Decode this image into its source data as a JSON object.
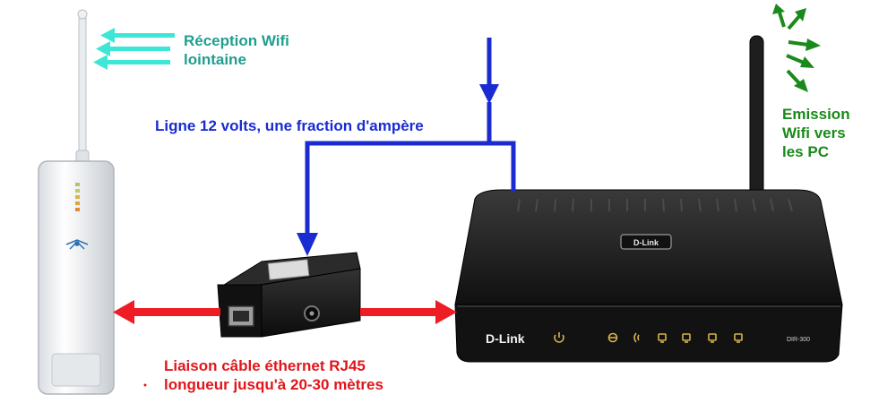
{
  "labels": {
    "reception": [
      "Réception Wifi",
      "lointaine"
    ],
    "power_line": "Ligne 12 volts, une fraction d'ampère",
    "emission": [
      "Emission",
      "Wifi vers",
      "les PC"
    ],
    "ethernet": [
      "Liaison câble éthernet RJ45",
      "longueur jusqu'à 20-30 mètres"
    ]
  },
  "router": {
    "brand": "D-Link",
    "model": "DIR-300"
  },
  "colors": {
    "wifi_reception_arrows": "#3ee6d6",
    "power_line": "#1a2bd1",
    "ethernet_arrows": "#ee1c24",
    "wifi_emission_arrows": "#1a8a1a",
    "router_body": "#1b1b1b",
    "led_amber": "#d8b34a"
  }
}
